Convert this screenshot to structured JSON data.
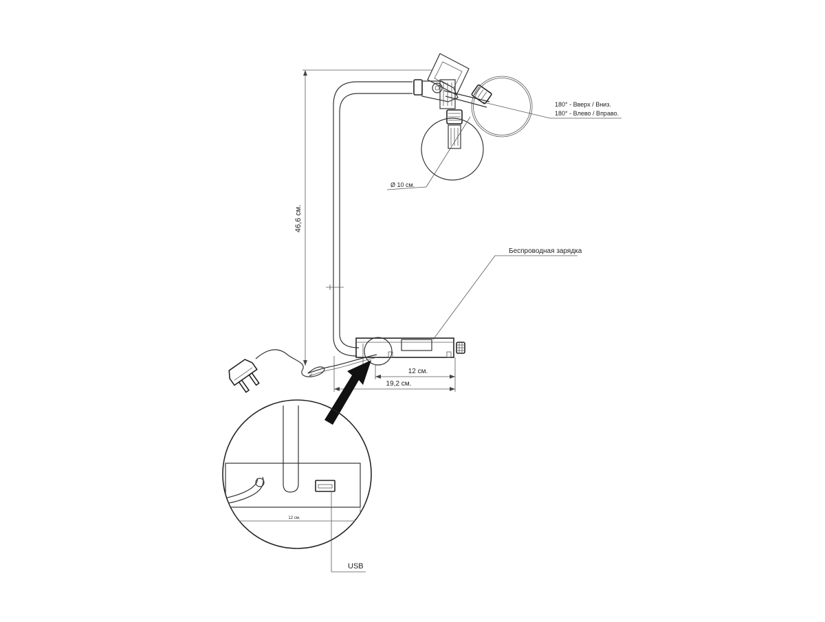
{
  "labels": {
    "rotation_vertical": "180° - Вверх / Вниз.",
    "rotation_horizontal": "180° - Влево / Вправо.",
    "shade_diameter": "Ø 10 см.",
    "wireless_charging": "Беспроводная зарядка",
    "height": "46,6 см.",
    "base_length": "12 см.",
    "total_length": "19,2 см.",
    "detail_length": "12 см.",
    "usb": "USB"
  }
}
